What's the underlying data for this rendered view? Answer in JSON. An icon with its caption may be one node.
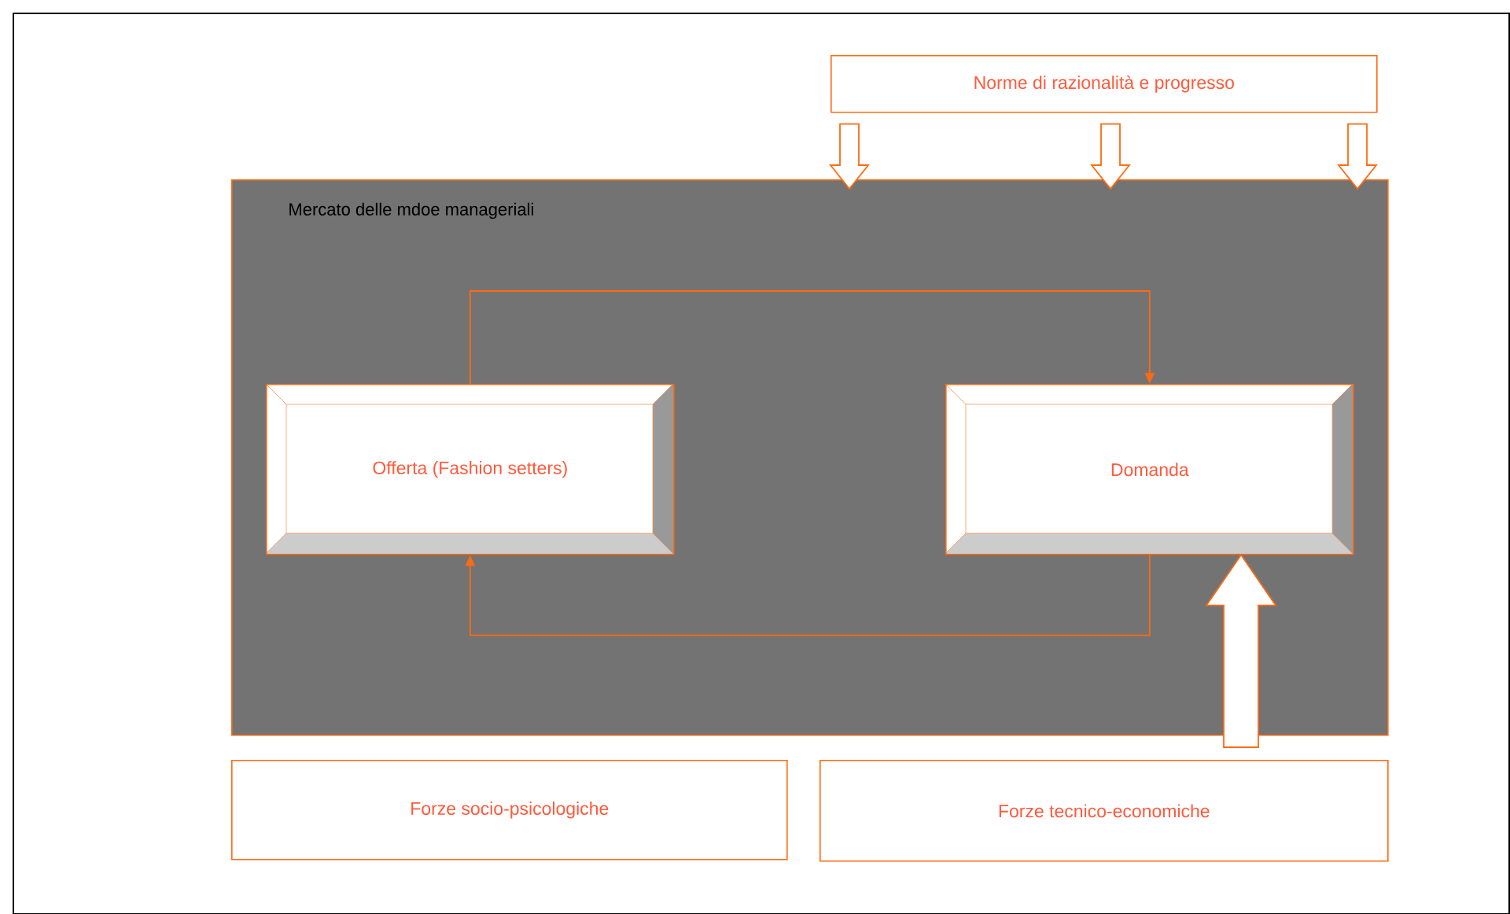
{
  "diagram": {
    "nodes": [
      {
        "text": [
          "Norme di razionalità e progresso"
        ]
      },
      {
        "text": [
          "Mercato delle mdoe manageriali"
        ]
      },
      {
        "text": [
          "Offerta (Fashion setters)"
        ],
        "in": 1
      },
      {
        "text": [
          "Domanda"
        ],
        "in": 1
      },
      {
        "text": [
          "Forze socio-psicologiche"
        ]
      },
      {
        "text": [
          "Forze tecnico-economiche"
        ]
      }
    ],
    "edges": [
      {
        "from": 0,
        "to": 1,
        "arrow": "to",
        "style": "thick"
      },
      {
        "from": 0,
        "to": 1,
        "arrow": "to",
        "style": "thick"
      },
      {
        "from": 0,
        "to": 1,
        "arrow": "to",
        "style": "thick"
      },
      {
        "from": 2,
        "to": 3,
        "arrow": "to"
      },
      {
        "from": 3,
        "to": 2,
        "arrow": "to"
      },
      {
        "from": 5,
        "to": 3,
        "arrow": "to",
        "style": "thick"
      }
    ]
  }
}
